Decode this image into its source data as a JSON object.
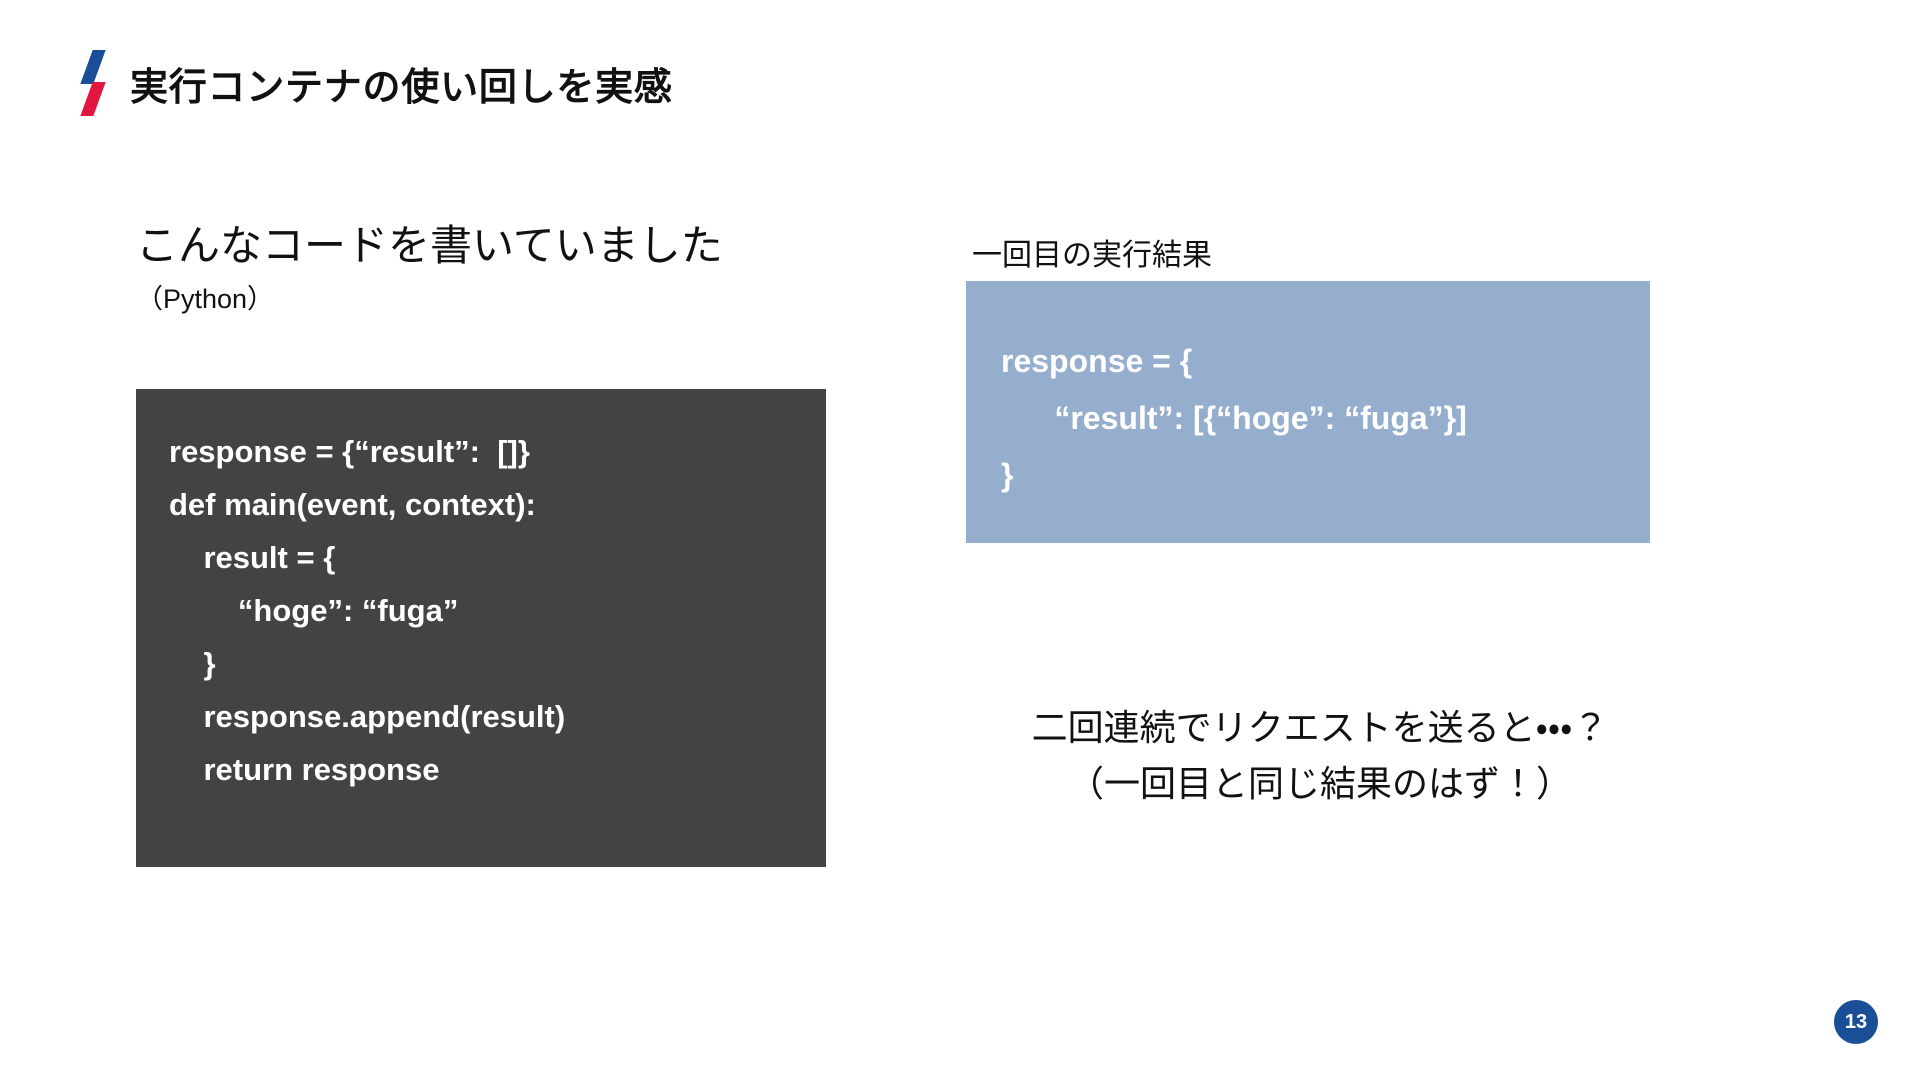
{
  "slide": {
    "title": "実行コンテナの使い回しを実感",
    "page_number": "13",
    "accent_blue": "#1a4f97",
    "accent_red": "#e3173e",
    "code_bg": "#434343",
    "result_bg": "#95aecd"
  },
  "left": {
    "lead": "こんなコードを書いていました",
    "language_note": "（Python）",
    "code_lines": [
      "response = {“result”:  []}",
      "def main(event, context):",
      "    result = {",
      "        “hoge”: “fuga”",
      "    }",
      "    response.append(result)",
      "",
      "    return response"
    ]
  },
  "right": {
    "result_label": "一回目の実行結果",
    "result_lines": [
      "response = {",
      "      “result”: [{“hoge”: “fuga”}]",
      "}"
    ],
    "question_lines": [
      "二回連続でリクエストを送ると・・・？",
      "（一回目と同じ結果のはず！）"
    ]
  }
}
